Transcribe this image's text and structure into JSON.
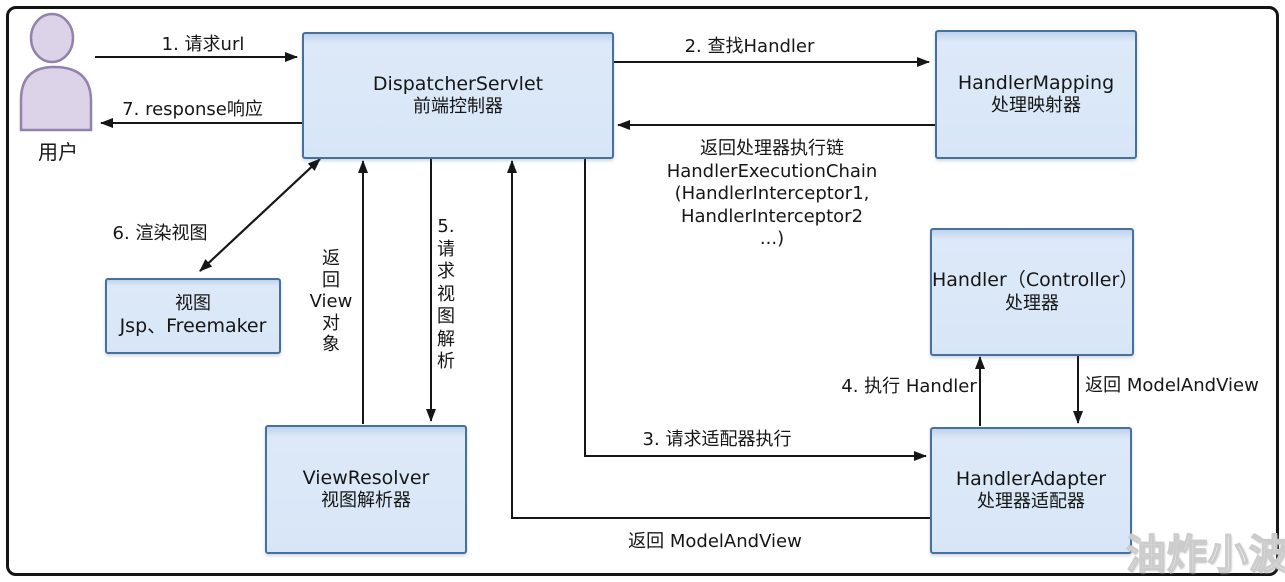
{
  "actor": {
    "label": "用户"
  },
  "nodes": {
    "dispatcher": {
      "line1": "DispatcherServlet",
      "line2": "前端控制器"
    },
    "handler_mapping": {
      "line1": "HandlerMapping",
      "line2": "处理映射器"
    },
    "handler": {
      "line1": "Handler（Controller）",
      "line2": "处理器"
    },
    "handler_adapter": {
      "line1": "HandlerAdapter",
      "line2": "处理器适配器"
    },
    "view_resolver": {
      "line1": "ViewResolver",
      "line2": "视图解析器"
    },
    "view": {
      "line1": "视图",
      "line2": "Jsp、Freemaker"
    }
  },
  "edges": {
    "request_url": "1. 请求url",
    "response": "7. response响应",
    "find_handler": "2. 查找Handler",
    "chain_lines": [
      "返回处理器执行链",
      "HandlerExecutionChain",
      "(HandlerInterceptor1,",
      "HandlerInterceptor2",
      "...)"
    ],
    "request_adapter": "3. 请求适配器执行",
    "execute_handler": "4. 执行 Handler",
    "return_mav_right": "返回 ModelAndView",
    "return_mav_bottom": "返回 ModelAndView",
    "render_view": "6. 渲染视图",
    "return_view_lines": [
      "返",
      "回",
      "View",
      "对",
      "象"
    ],
    "request_view_lines": [
      "5.",
      "请",
      "求",
      "视",
      "图",
      "解",
      "析"
    ]
  },
  "watermark": "油炸小波",
  "colors": {
    "node_fill": "#d7e6f7",
    "node_border": "#46719f",
    "actor_fill": "#dcd3e8",
    "actor_stroke": "#9382ad",
    "connector": "#161616",
    "watermark_text": "#ffffff"
  }
}
